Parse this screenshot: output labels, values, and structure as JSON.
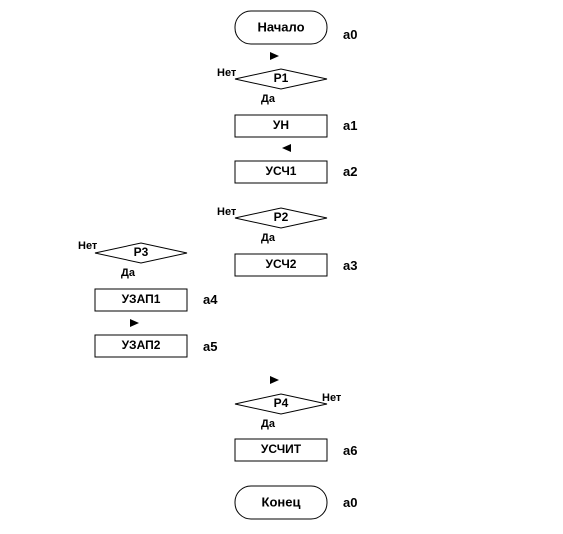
{
  "diagram": {
    "nodes": {
      "start": {
        "label": "Начало",
        "state": "a0"
      },
      "p1": {
        "label": "P1",
        "no": "Нет",
        "yes": "Да"
      },
      "un": {
        "label": "УН",
        "state": "a1"
      },
      "usch1": {
        "label": "УСЧ1",
        "state": "a2"
      },
      "p2": {
        "label": "P2",
        "no": "Нет",
        "yes": "Да"
      },
      "usch2": {
        "label": "УСЧ2",
        "state": "a3"
      },
      "p3": {
        "label": "P3",
        "no": "Нет",
        "yes": "Да"
      },
      "uzap1": {
        "label": "УЗАП1",
        "state": "a4"
      },
      "uzap2": {
        "label": "УЗАП2",
        "state": "a5"
      },
      "p4": {
        "label": "P4",
        "no": "Нет",
        "yes": "Да"
      },
      "uschit": {
        "label": "УСЧИТ",
        "state": "a6"
      },
      "end": {
        "label": "Конец",
        "state": "a0"
      }
    },
    "markers": [
      {
        "name": "marker-before-p1",
        "direction": "right"
      },
      {
        "name": "marker-before-usch1",
        "direction": "left"
      },
      {
        "name": "marker-before-uzap2",
        "direction": "right"
      },
      {
        "name": "marker-before-p4",
        "direction": "right"
      }
    ]
  }
}
